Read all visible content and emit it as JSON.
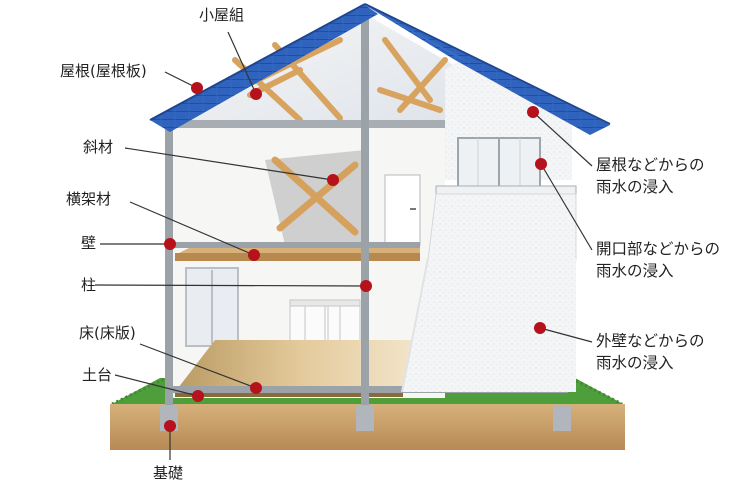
{
  "labels": {
    "koyagumi": "小屋組",
    "yane": "屋根(屋根板)",
    "shazai": "斜材",
    "yokokazai": "横架材",
    "kabe": "壁",
    "hashira": "柱",
    "yuka": "床(床版)",
    "dodai": "土台",
    "kiso": "基礎"
  },
  "right_labels": {
    "roof_line1": "屋根などからの",
    "roof_line2": "雨水の浸入",
    "opening_line1": "開口部などからの",
    "opening_line2": "雨水の浸入",
    "wall_line1": "外壁などからの",
    "wall_line2": "雨水の浸入"
  },
  "colors": {
    "marker": "#b5121b",
    "roof": "#2c5db5",
    "timber": "#d9a45e",
    "foundation": "#c9a06a",
    "grass": "#4c9a3a",
    "frame": "#9aa1a6"
  }
}
